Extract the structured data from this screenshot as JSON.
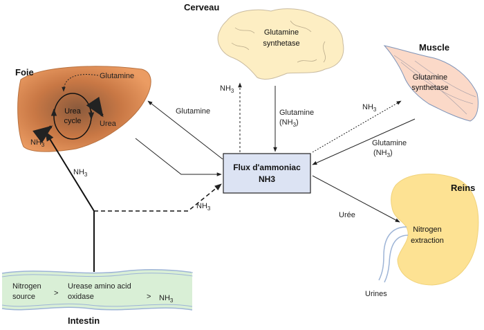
{
  "organs": {
    "brain": {
      "title": "Cerveau",
      "line1": "Glutamine",
      "line2": "synthetase"
    },
    "muscle": {
      "title": "Muscle",
      "line1": "Glutamine",
      "line2": "synthetase"
    },
    "liver": {
      "title": "Foie",
      "glutamine": "Glutamine",
      "cycle_line1": "Urea",
      "cycle_line2": "cycle",
      "urea": "Urea",
      "nh3": "NH",
      "nh3_sub": "3"
    },
    "kidney": {
      "title": "Reins",
      "line1": "Nitrogen",
      "line2": "extraction",
      "urine": "Urines"
    },
    "intestine": {
      "title": "Intestin",
      "src1": "Nitrogen",
      "src2": "source",
      "gt1": ">",
      "ox1": "Urease amino acid",
      "ox2": "oxidase",
      "gt2": ">",
      "nh3": "NH",
      "nh3_sub": "3"
    }
  },
  "center": {
    "line1": "Flux d'ammoniac",
    "line2": "NH3"
  },
  "arrows": {
    "brain_nh3": "NH",
    "brain_nh3_sub": "3",
    "brain_glut1": "Glutamine",
    "brain_glut2_pre": "(NH",
    "brain_glut2_sub": "3",
    "brain_glut2_post": ")",
    "liver_glut": "Glutamine",
    "muscle_nh3": "NH",
    "muscle_nh3_sub": "3",
    "muscle_glut1": "Glutamine",
    "muscle_glut2_pre": "(NH",
    "muscle_glut2_sub": "3",
    "muscle_glut2_post": ")",
    "gut_liver_nh3": "NH",
    "gut_liver_nh3_sub": "3",
    "gut_flux_nh3": "NH",
    "gut_flux_nh3_sub": "3",
    "uree": "Urée"
  },
  "colors": {
    "liver": "#e8935a",
    "brain": "#fdeec3",
    "muscle": "#fbd9c8",
    "kidney": "#fde293",
    "intestine": "#d9efd6",
    "center_box": "#dce3f3"
  }
}
